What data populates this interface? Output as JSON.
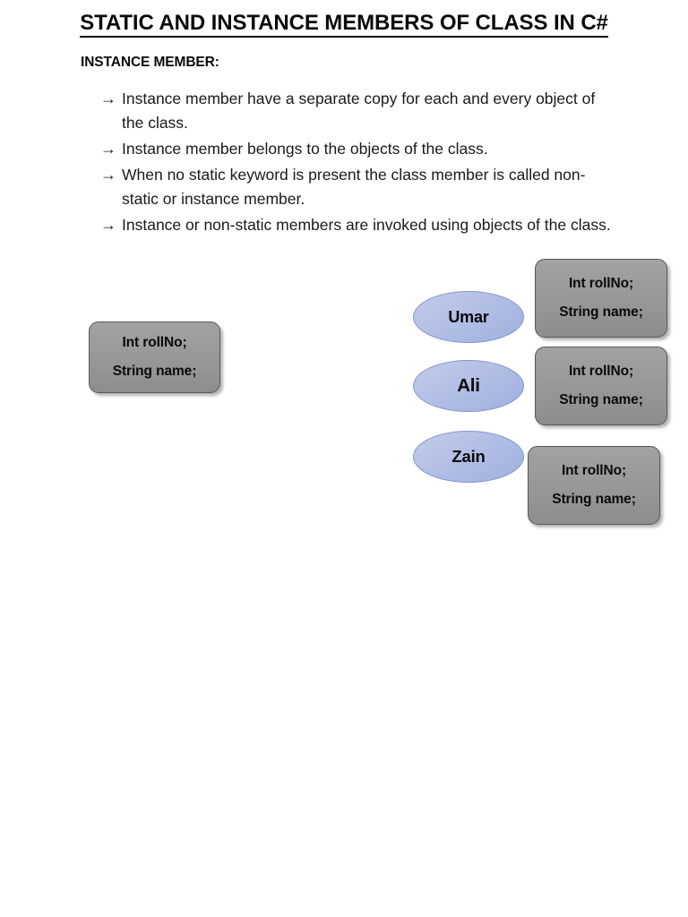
{
  "document": {
    "title": "STATIC AND INSTANCE MEMBERS OF CLASS IN C#",
    "section_heading": "INSTANCE MEMBER:",
    "bullet_marker": "→",
    "bullets": [
      "Instance member have a separate copy for each and every object of the class.",
      "Instance member belongs to the objects of the class.",
      "When no static keyword is present the class member is called non-static or instance member.",
      "Instance or non-static members are invoked using objects of the class."
    ]
  },
  "diagram": {
    "class_box": {
      "line1": "Int rollNo;",
      "line2": "String name;"
    },
    "objects": [
      {
        "name": "Umar",
        "members": {
          "line1": "Int rollNo;",
          "line2": "String name;"
        }
      },
      {
        "name": "Ali",
        "members": {
          "line1": "Int rollNo;",
          "line2": "String name;"
        }
      },
      {
        "name": "Zain",
        "members": {
          "line1": "Int rollNo;",
          "line2": "String name;"
        }
      }
    ]
  },
  "colors": {
    "page_background": "#ffffff",
    "text": "#0a0a0a",
    "member_box_fill": "#979797",
    "member_box_border": "#585858",
    "object_ellipse_fill": "#b3bfe5",
    "object_ellipse_border": "#8295cf"
  }
}
